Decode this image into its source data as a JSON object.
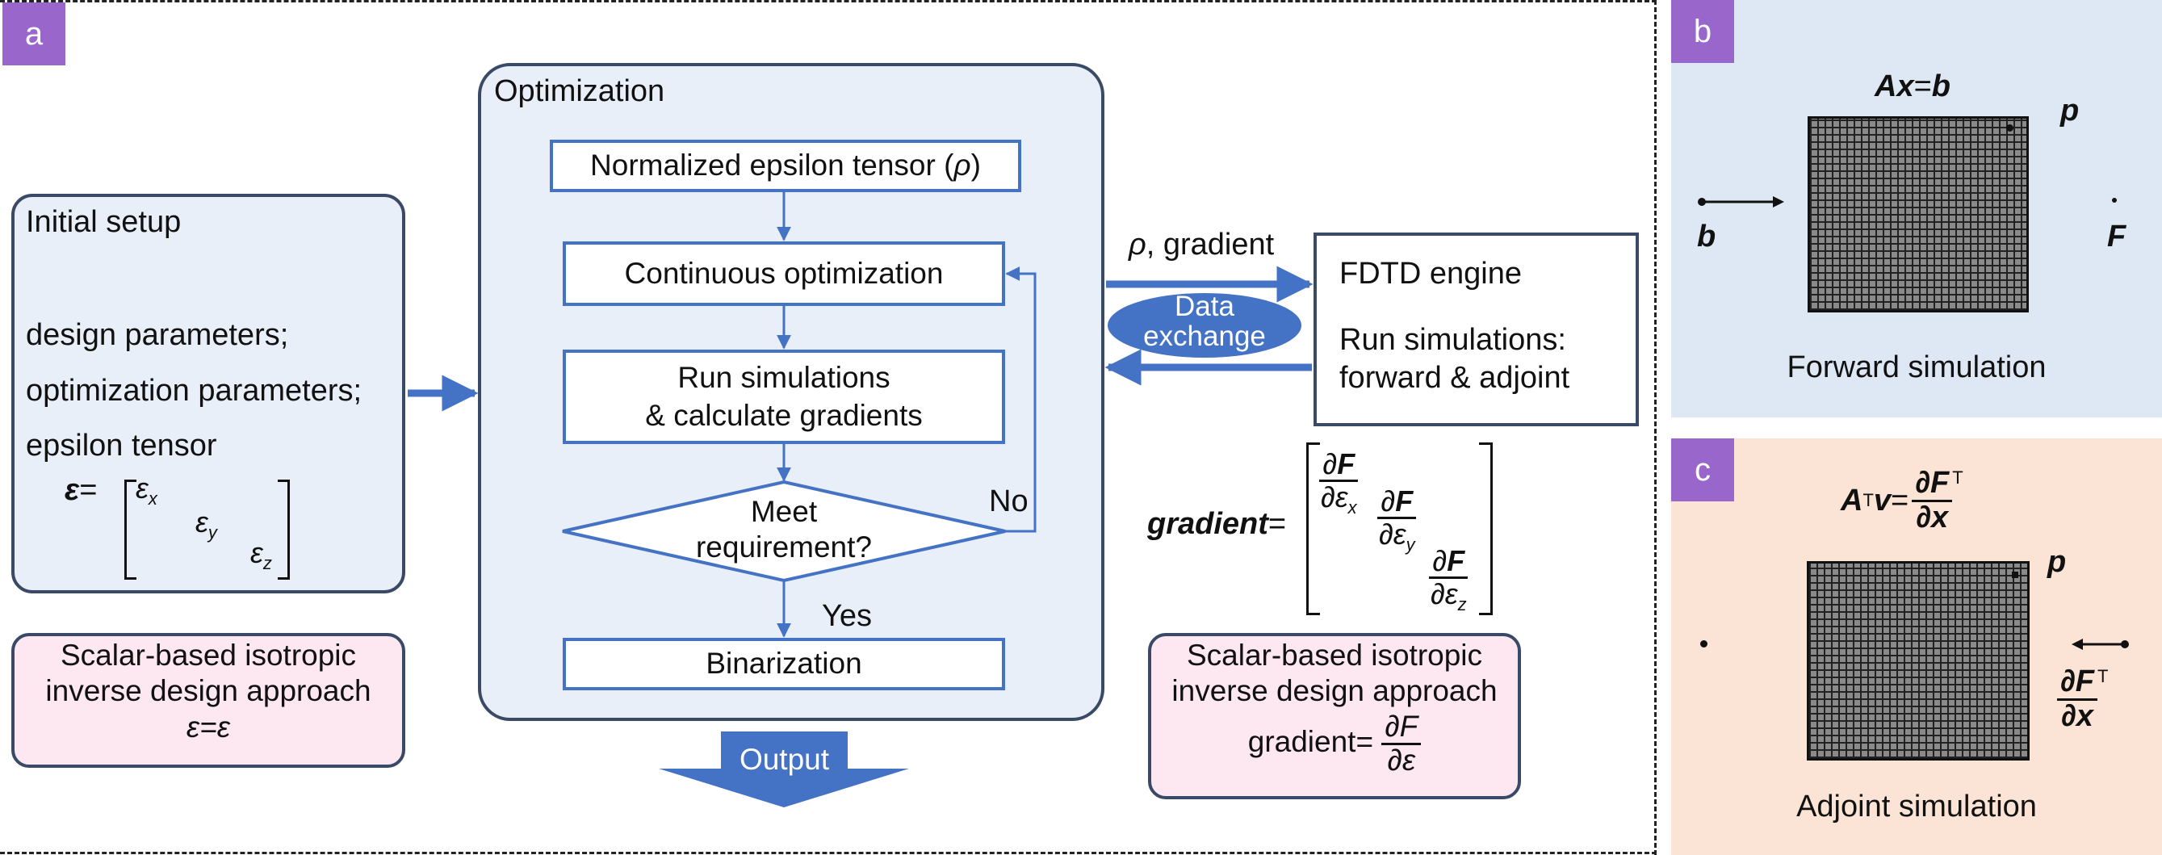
{
  "panel_a": {
    "tag": "a",
    "initial_setup": {
      "title": "Initial setup",
      "lines": [
        "design parameters;",
        "optimization parameters;",
        "epsilon tensor"
      ],
      "eps_symbol": "ε",
      "eq": "=",
      "diag": [
        "ε",
        "ε",
        "ε"
      ],
      "subs": [
        "x",
        "y",
        "z"
      ]
    },
    "scalar_left": {
      "line1": "Scalar-based isotropic",
      "line2": "inverse design approach",
      "line3": "ε=ε"
    },
    "optimization": {
      "title": "Optimization",
      "normalized_label": "Normalized epsilon tensor (",
      "rho": "ρ",
      "close_paren": ")",
      "continuous": "Continuous optimization",
      "run_line1": "Run simulations",
      "run_line2": "& calculate gradients",
      "meet_line1": "Meet",
      "meet_line2": "requirement?",
      "no": "No",
      "yes": "Yes",
      "binarization": "Binarization"
    },
    "output": "Output",
    "exchange": {
      "rho": "ρ",
      "label": ", gradient",
      "data1": "Data",
      "data2": "exchange"
    },
    "fdtd": {
      "line1": "FDTD engine",
      "line2": "Run simulations:",
      "line3": "forward & adjoint"
    },
    "gradient_eq": {
      "lhs": "gradient",
      "eq": "=",
      "d": "∂",
      "F": "F",
      "eps": "ε",
      "subs": [
        "x",
        "y",
        "z"
      ]
    },
    "scalar_right": {
      "line1": "Scalar-based isotropic",
      "line2": "inverse design approach",
      "grad": "gradient=",
      "num": "∂F",
      "den": "∂ε"
    }
  },
  "panel_b": {
    "tag": "b",
    "eq_A": "A",
    "eq_x": "x",
    "eq_eq": "=",
    "eq_b": "b",
    "p": "p",
    "b": "b",
    "F": "F",
    "caption": "Forward simulation",
    "bg_color": "#dee8f5"
  },
  "panel_c": {
    "tag": "c",
    "A": "A",
    "T": "T",
    "v": "v",
    "eq": "=",
    "num": "∂F",
    "den": "∂x",
    "p": "p",
    "caption": "Adjoint simulation",
    "bg_color": "#fbe4d5"
  },
  "colors": {
    "accent": "#4472c4",
    "tag": "#9966cc",
    "setup_fill": "#e9eff8",
    "scalar_fill": "#fde7f1"
  }
}
